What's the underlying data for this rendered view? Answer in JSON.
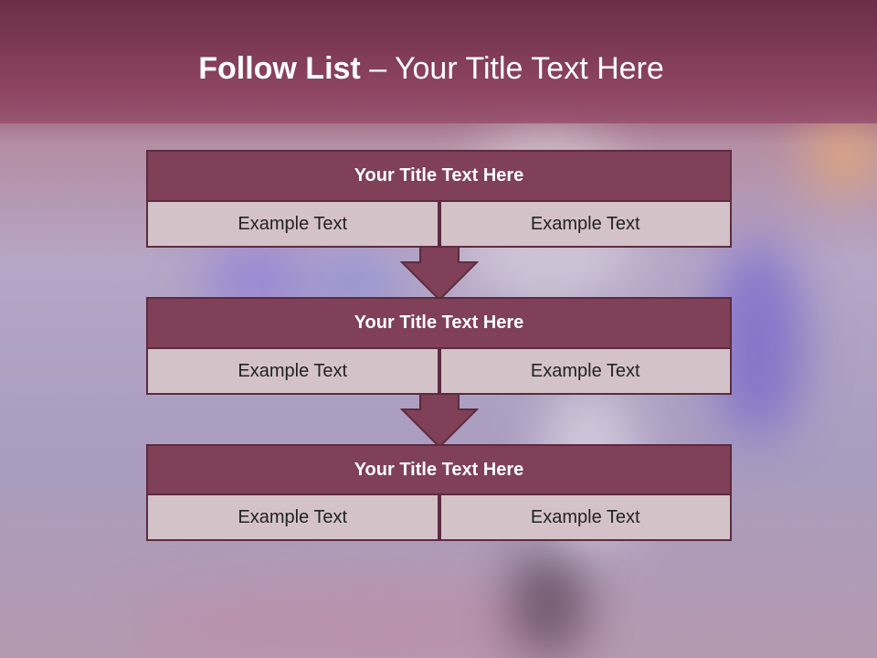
{
  "header": {
    "title_bold": "Follow List",
    "title_rest": " – Your Title Text Here"
  },
  "steps": [
    {
      "title": "Your Title Text Here",
      "left": "Example Text",
      "right": "Example Text"
    },
    {
      "title": "Your Title Text Here",
      "left": "Example Text",
      "right": "Example Text"
    },
    {
      "title": "Your Title Text Here",
      "left": "Example Text",
      "right": "Example Text"
    }
  ],
  "colors": {
    "header": "#8d4460",
    "title_bar": "#7f4058",
    "cell": "#d3c3c8",
    "border": "#5c2b3f"
  }
}
